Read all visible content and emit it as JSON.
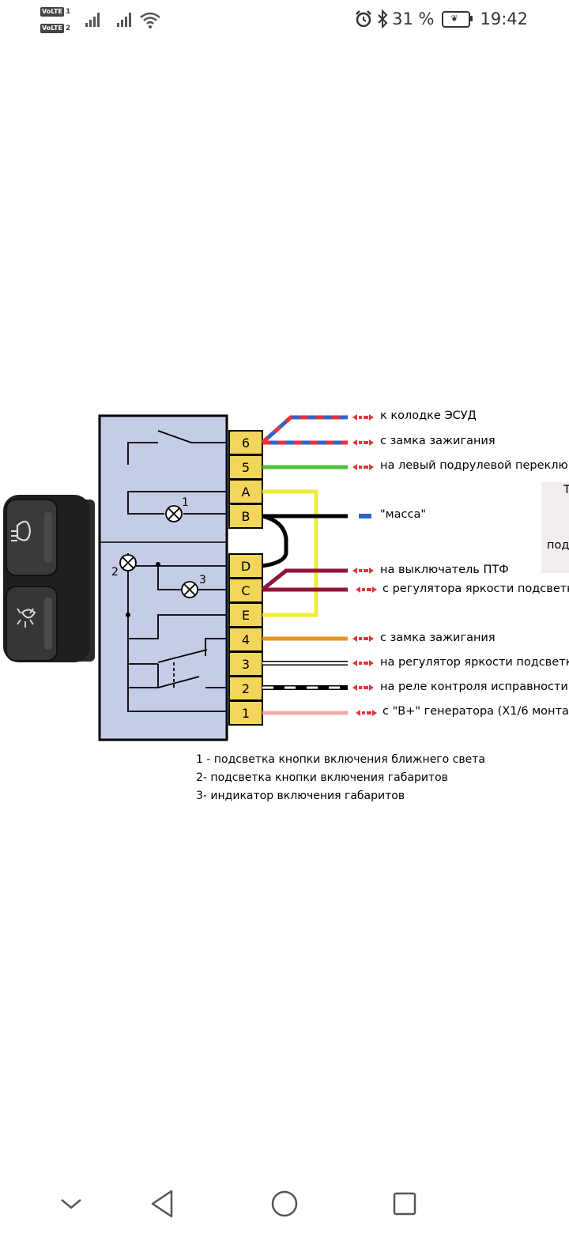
{
  "status": {
    "volte1": "VoLTE",
    "volte1_num": "1",
    "volte2": "VoLTE",
    "volte2_num": "2",
    "battery": "31 %",
    "time": "19:42",
    "icons": [
      "alarm-icon",
      "bluetooth-icon",
      "battery-icon"
    ]
  },
  "diagram": {
    "pins": [
      "6",
      "5",
      "A",
      "B",
      "D",
      "C",
      "E",
      "4",
      "3",
      "2",
      "1"
    ],
    "lamp_labels": [
      "1",
      "2",
      "3"
    ],
    "connections": [
      "к колодке ЭСУД",
      "с замка зажигания",
      "на левый подрулевой переклю",
      "\"масса\"",
      "на выключатель ПТФ",
      "с регулятора яркости подсветк",
      "с замка зажигания",
      "на регулятор яркости подсветк",
      "на реле контроля исправности",
      "с \"B+\" генератора (X1/6 монта"
    ],
    "side_fragments": [
      "Т",
      "под"
    ],
    "legend": [
      "1 - подсветка кнопки включения ближнего света",
      "2- подсветка кнопки включения габаритов",
      "3- индикатор включения габаритов"
    ]
  },
  "colors": {
    "box_fill": "#c5cde6",
    "pin_fill": "#f2d65b",
    "red": "#e8333a",
    "blue": "#2f63c9",
    "green": "#4cc23a",
    "yellow": "#f0ea38",
    "maroon": "#8e1537",
    "orange": "#e8961f",
    "pink": "#f4a7ab"
  },
  "nav": {
    "buttons": [
      "collapse-button",
      "back-button",
      "home-button",
      "recents-button"
    ]
  }
}
